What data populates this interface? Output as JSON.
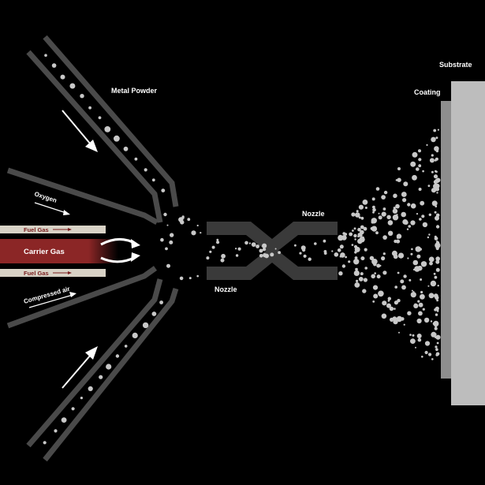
{
  "labels": {
    "metal_powder": "Metal Powder",
    "oxygen": "Oxygen",
    "fuel_gas_top": "Fuel Gas",
    "carrier_gas": "Carrier Gas",
    "fuel_gas_bottom": "Fuel Gas",
    "compressed_air": "Compressed air",
    "nozzle_top": "Nozzle",
    "nozzle_bottom": "Nozzle",
    "coating": "Coating",
    "substrate": "Substrate"
  },
  "colors": {
    "background": "#000000",
    "tube": "#4a4a4a",
    "nozzle": "#3a3a3a",
    "particle": "#c8c8c8",
    "carrier_gas": "#8b2626",
    "fuel_gas_band": "#d8d2c6",
    "fuel_gas_text": "#7a1f1f",
    "coating": "#8e8e8e",
    "substrate": "#bdbdbd",
    "text": "#ffffff"
  }
}
